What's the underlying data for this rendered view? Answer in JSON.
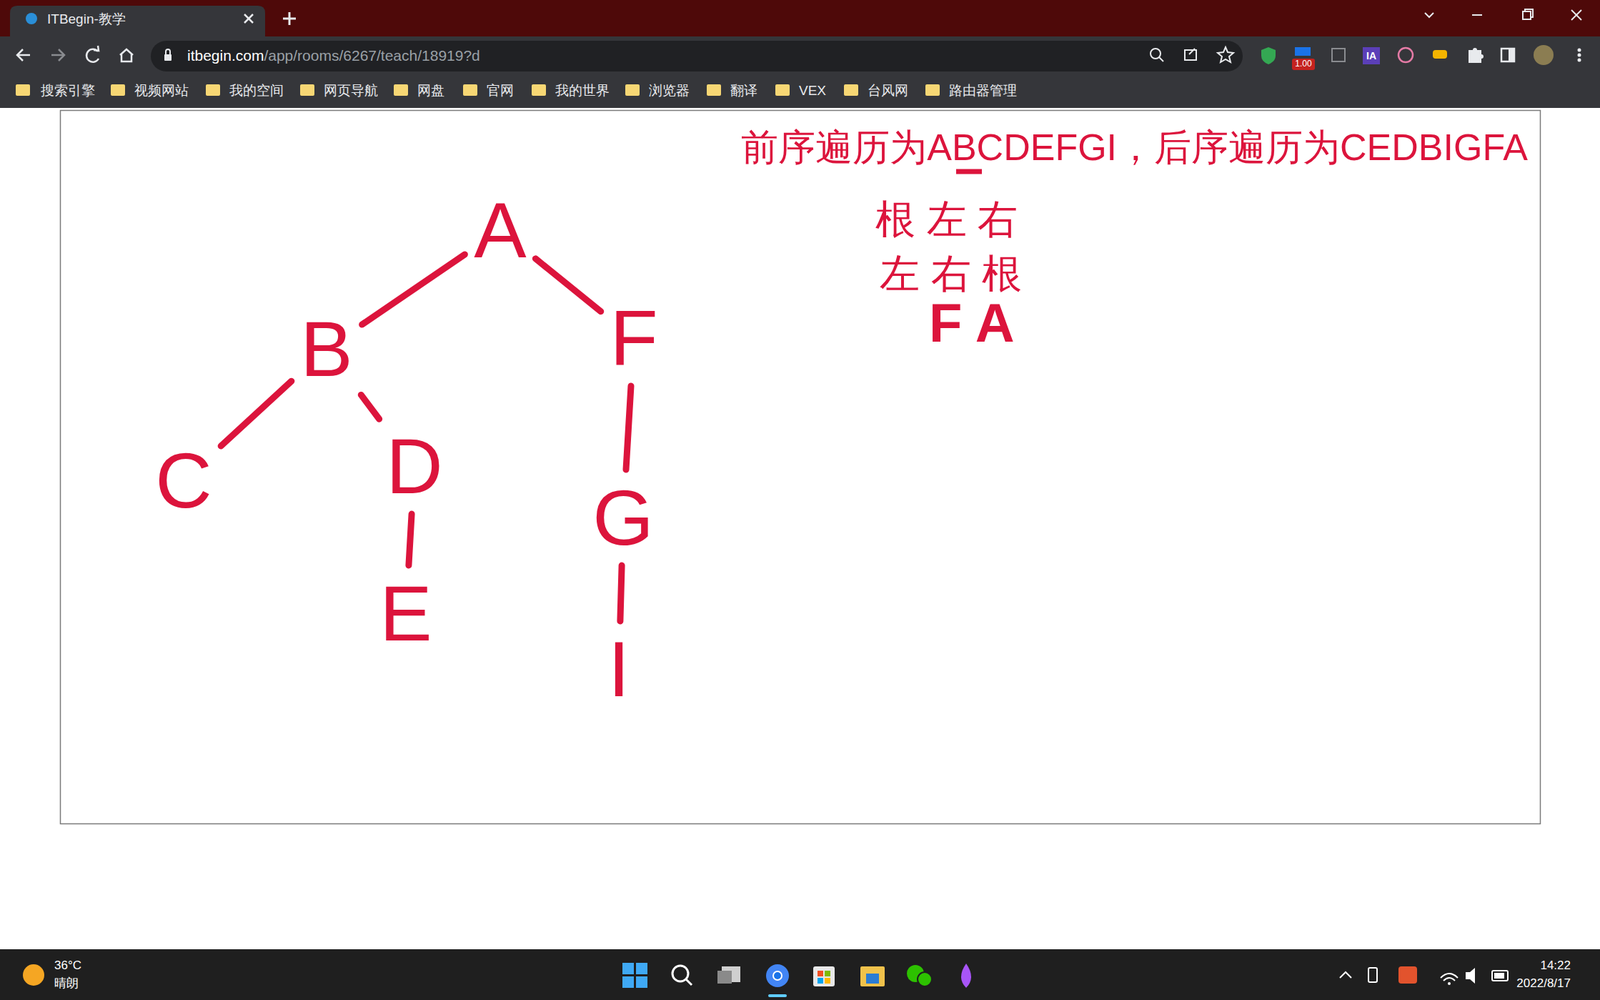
{
  "diagram": {
    "nodes": [
      {
        "text": [
          "A"
        ]
      },
      {
        "text": [
          "B"
        ]
      },
      {
        "text": [
          "F"
        ]
      },
      {
        "text": [
          "C"
        ]
      },
      {
        "text": [
          "D"
        ]
      },
      {
        "text": [
          "G"
        ]
      },
      {
        "text": [
          "E"
        ]
      },
      {
        "text": [
          "I"
        ]
      }
    ],
    "edges": [
      {
        "from": 0,
        "to": 1,
        "arrow": "none"
      },
      {
        "from": 0,
        "to": 2,
        "arrow": "none"
      },
      {
        "from": 1,
        "to": 3,
        "arrow": "none"
      },
      {
        "from": 1,
        "to": 4,
        "arrow": "none"
      },
      {
        "from": 4,
        "to": 6,
        "arrow": "none"
      },
      {
        "from": 2,
        "to": 5,
        "arrow": "none"
      },
      {
        "from": 5,
        "to": 7,
        "arrow": "none"
      }
    ],
    "labels": [
      "ITBegin-教学",
      "itbegin.com",
      "/app/rooms/6267/teach/18919?d",
      "1.00",
      "IA",
      "搜索引擎",
      "视频网站",
      "我的空间",
      "网页导航",
      "网盘",
      "官网",
      "我的世界",
      "浏览器",
      "翻译",
      "VEX",
      "台风网",
      "路由器管理",
      "前序遍历为ABCDEFGI，后序遍历为CEDBIGFA",
      "根 左 右",
      "左 右 根",
      "F A",
      "36°C",
      "晴朗",
      "14:22",
      "2022/8/17"
    ]
  }
}
